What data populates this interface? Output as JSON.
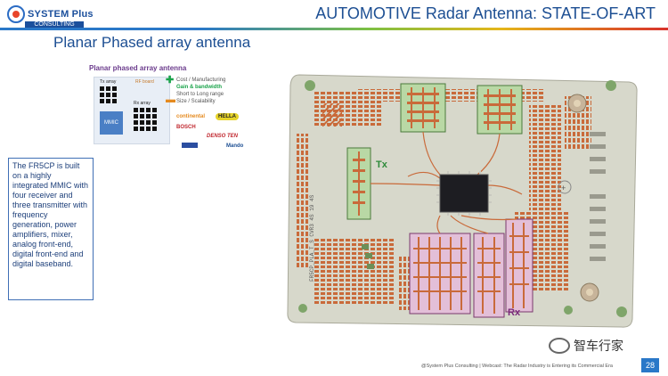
{
  "header": {
    "logo_text": "SYSTEM Plus",
    "logo_sub": "CONSULTING",
    "title": "AUTOMOTIVE Radar Antenna: STATE-OF-ART"
  },
  "slide": {
    "subtitle": "Planar Phased array antenna",
    "description": "The FR5CP is built on a highly integrated MMIC with four receiver and three transmitter with frequency generation, power amplifiers, mixer, analog front-end, digital front-end and digital baseband."
  },
  "inset": {
    "title": "Planar phased array antenna",
    "tx_label": "Tx array",
    "rf_label": "RF board",
    "rx_label": "Rx array",
    "mmic_label": "MMIC",
    "features": [
      "Cost / Manufacturing",
      "Gain & bandwidth",
      "Short to Long range",
      "Size / Scalability"
    ],
    "brands": [
      "continental",
      "HELLA",
      "BOSCH",
      "DENSO TEN",
      "Mando"
    ],
    "colors": {
      "plus": "#1aa34a",
      "minus": "#e58a1f"
    }
  },
  "board": {
    "tx_label": "Tx",
    "rx_label": "Rx",
    "side_label": "FR5CP_PLA_T_S CVR3 4S 19 4S"
  },
  "footer": {
    "credit": "@System Plus Consulting | Webcast: The Radar Industry is Entering its Commercial Era",
    "page": "28",
    "watermark": "智车行家"
  },
  "colors": {
    "accent_blue": "#2a78c8",
    "title_blue": "#1d4f93",
    "board_base": "#d7d7c9",
    "copper": "#c96a3a"
  }
}
